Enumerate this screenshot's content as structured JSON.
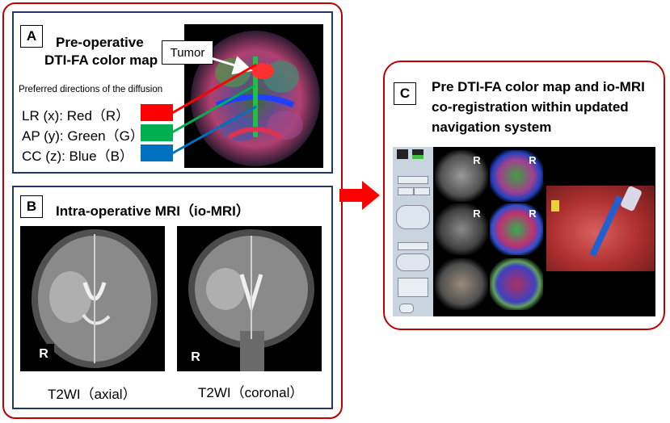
{
  "panel_a": {
    "badge": "A",
    "title_line1": "Pre-operative",
    "title_line2": "DTI-FA color map",
    "tumor_label": "Tumor",
    "directions_heading": "Preferred directions of the diffusion",
    "directions": [
      {
        "label": "LR (x): Red（R）",
        "color": "#ff0000"
      },
      {
        "label": "AP (y): Green（G）",
        "color": "#00b050"
      },
      {
        "label": "CC (z): Blue（B）",
        "color": "#0070c0"
      }
    ]
  },
  "panel_b": {
    "badge": "B",
    "title": "Intra-operative MRI（io-MRI）",
    "images": [
      {
        "side_label": "R",
        "caption": "T2WI（axial）"
      },
      {
        "side_label": "R",
        "caption": "T2WI（coronal）"
      }
    ]
  },
  "panel_c": {
    "badge": "C",
    "title_line1": "Pre DTI-FA color map and io-MRI",
    "title_line2": "co-registration within updated",
    "title_line3": "navigation system",
    "tile_labels": [
      "R",
      "R",
      "R",
      "R"
    ]
  },
  "colors": {
    "frame_red": "#c00000",
    "panel_navy": "#1f3864",
    "arrow_red": "#ff0000"
  }
}
